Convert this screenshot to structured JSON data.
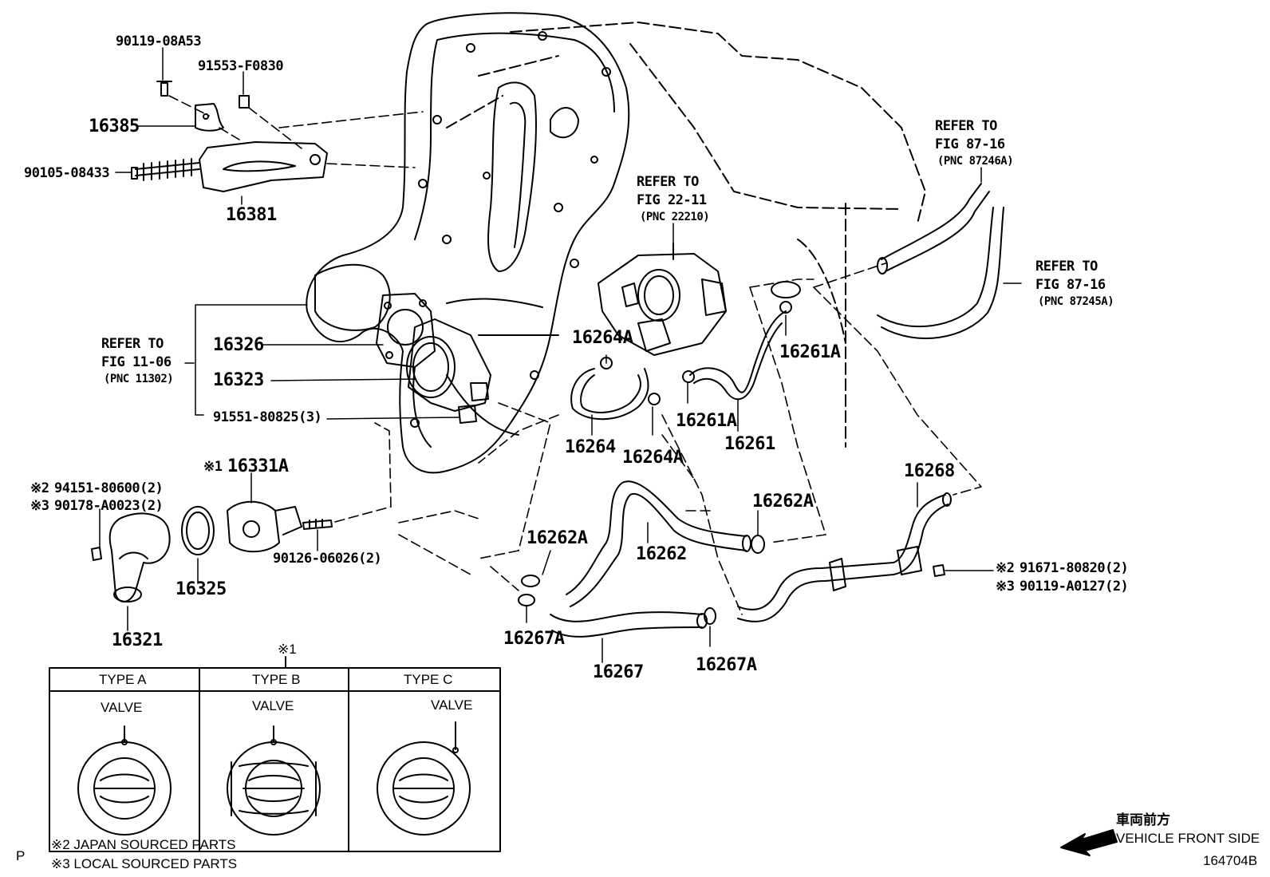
{
  "parts": {
    "p90119_08A53": "90119-08A53",
    "p91553_F0830": "91553-F0830",
    "p16385": "16385",
    "p90105_08433": "90105-08433",
    "p16381": "16381",
    "p16326": "16326",
    "p16323": "16323",
    "p91551_80825": "91551-80825(3)",
    "p16331A": "16331A",
    "p94151_80600": "94151-80600(2)",
    "p90178_A0023": "90178-A0023(2)",
    "p16325": "16325",
    "p16321": "16321",
    "p90126_06026": "90126-06026(2)",
    "p16264A_a": "16264A",
    "p16264A_b": "16264A",
    "p16264": "16264",
    "p16261A_a": "16261A",
    "p16261A_b": "16261A",
    "p16261": "16261",
    "p16268": "16268",
    "p16262A_a": "16262A",
    "p16262A_b": "16262A",
    "p16262": "16262",
    "p16267A_a": "16267A",
    "p16267A_b": "16267A",
    "p16267": "16267",
    "p91671_80820": "91671-80820(2)",
    "p90119_A0127": "90119-A0127(2)"
  },
  "marks": {
    "x1": "※1",
    "x2": "※2",
    "x3": "※3"
  },
  "refs": {
    "fig1106": {
      "refer": "REFER TO",
      "fig": "FIG 11-06",
      "pnc": "(PNC 11302)"
    },
    "fig2211": {
      "refer": "REFER TO",
      "fig": "FIG 22-11",
      "pnc": "(PNC 22210)"
    },
    "fig8716a": {
      "refer": "REFER TO",
      "fig": "FIG 87-16",
      "pnc": "(PNC 87246A)"
    },
    "fig8716b": {
      "refer": "REFER TO",
      "fig": "FIG 87-16",
      "pnc": "(PNC 87245A)"
    }
  },
  "type_table": {
    "header_mark": "※1",
    "types": [
      {
        "name": "TYPE A",
        "valve": "VALVE"
      },
      {
        "name": "TYPE B",
        "valve": "VALVE"
      },
      {
        "name": "TYPE C",
        "valve": "VALVE"
      }
    ]
  },
  "footer": {
    "note2": "※2 JAPAN SOURCED PARTS",
    "note3": "※3 LOCAL SOURCED PARTS",
    "corner_p": "P",
    "front_jp": "車両前方",
    "front_en": "VEHICLE FRONT SIDE",
    "figure_id": "164704B"
  }
}
